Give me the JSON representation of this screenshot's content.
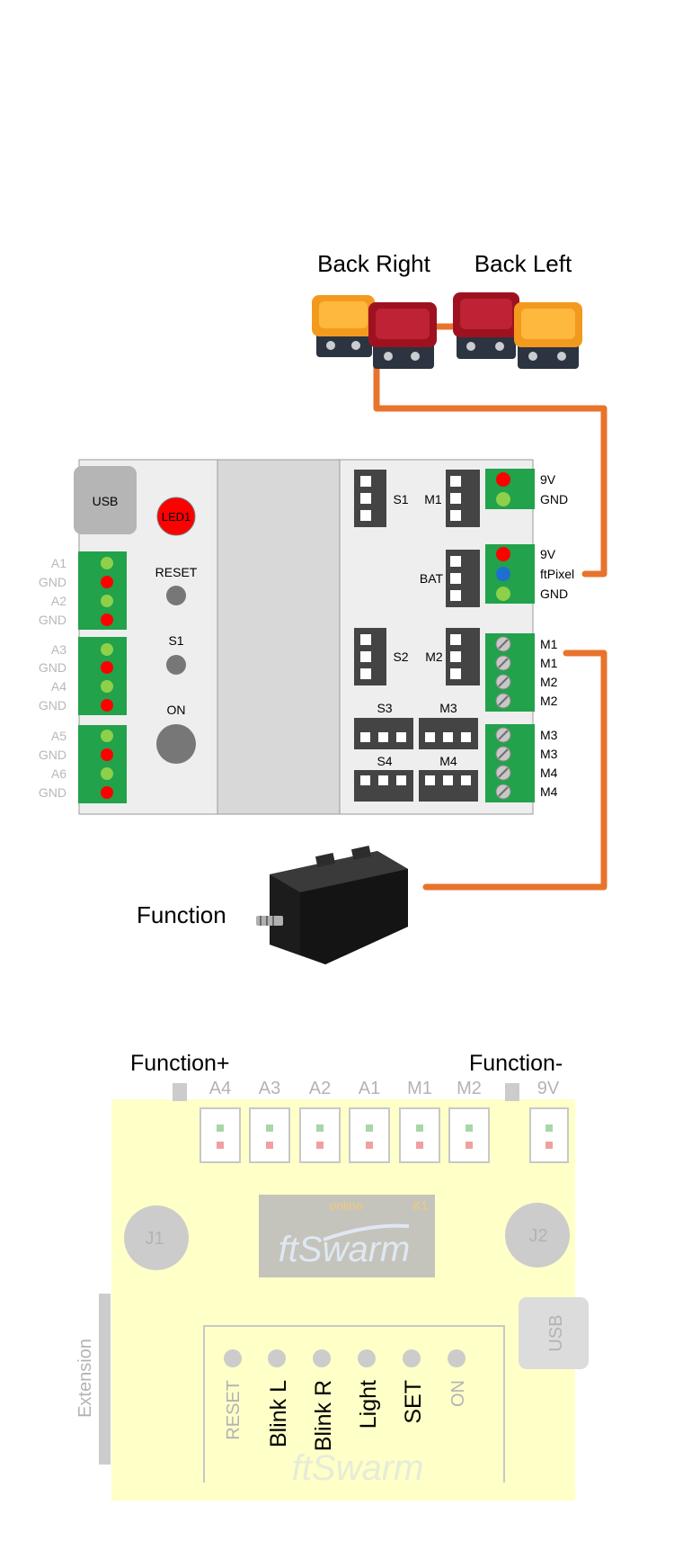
{
  "lamps": {
    "back_right_label": "Back Right",
    "back_left_label": "Back Left"
  },
  "controller": {
    "usb": "USB",
    "led1": "LED1",
    "reset": "RESET",
    "s1": "S1",
    "on": "ON",
    "left_pins": [
      "A1",
      "GND",
      "A2",
      "GND",
      "A3",
      "GND",
      "A4",
      "GND",
      "A5",
      "GND",
      "A6",
      "GND"
    ],
    "servo_s1": "S1",
    "servo_m1": "M1",
    "bat": "BAT",
    "servo_s2": "S2",
    "servo_m2": "M2",
    "s3": "S3",
    "m3": "M3",
    "s4": "S4",
    "m4": "M4",
    "right_pins": [
      "9V",
      "GND",
      "9V",
      "ftPixel",
      "GND",
      "M1",
      "M1",
      "M2",
      "M2",
      "M3",
      "M3",
      "M4",
      "M4"
    ]
  },
  "function_label": "Function",
  "swarm": {
    "function_plus": "Function+",
    "function_minus": "Function-",
    "top_pins": [
      "A4",
      "A3",
      "A2",
      "A1",
      "M1",
      "M2",
      "9V"
    ],
    "display_online": "online",
    "display_k1": "K1",
    "display_logo": "ftSwarm",
    "j1": "J1",
    "j2": "J2",
    "usb": "USB",
    "extension": "Extension",
    "buttons": [
      "RESET",
      "Blink L",
      "Blink R",
      "Light",
      "SET",
      "ON"
    ],
    "bottom_logo": "ftSwarm"
  },
  "colors": {
    "wire": "#e8732d",
    "terminal_green": "#22a24a",
    "pin_red": "#ff0000",
    "pin_green": "#8ed04a",
    "pin_blue": "#1e6fd0",
    "board_yellow": "#ffffc8",
    "logo_blue": "#cfe0f0"
  }
}
